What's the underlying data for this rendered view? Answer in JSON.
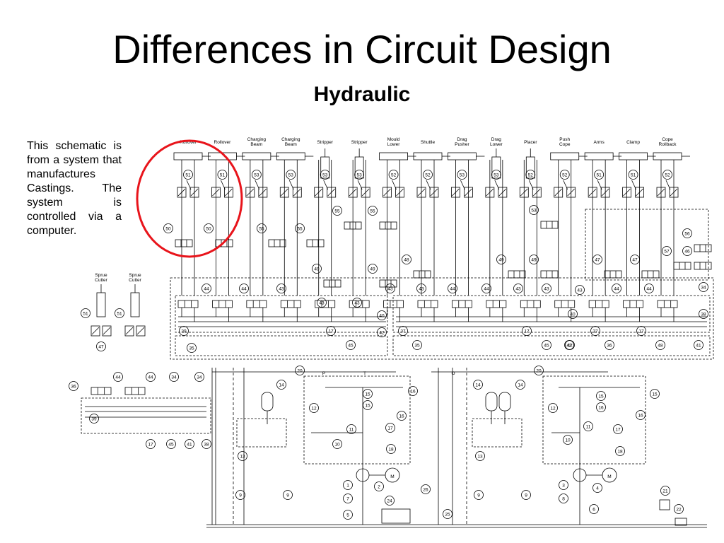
{
  "slide": {
    "title": "Differences in Circuit Design",
    "subtitle": "Hydraulic",
    "note": "This schematic is from a system that manufactures Castings. The system is controlled via a computer.",
    "highlight_color": "#e8141b"
  },
  "actuators": [
    {
      "label": "Rollover",
      "num": "51"
    },
    {
      "label": "Rollover",
      "num": "51"
    },
    {
      "label": "Charging Beam",
      "num": "53"
    },
    {
      "label": "Charging Beam",
      "num": "53"
    },
    {
      "label": "Stripper",
      "num": "53"
    },
    {
      "label": "Stripper",
      "num": "53"
    },
    {
      "label": "Mould Lower",
      "num": "52"
    },
    {
      "label": "Shuttle",
      "num": "52"
    },
    {
      "label": "Drag Pusher",
      "num": "53"
    },
    {
      "label": "Drag Lower",
      "num": "53"
    },
    {
      "label": "Placer",
      "num": "52"
    },
    {
      "label": "Push Cope",
      "num": "52"
    },
    {
      "label": "Arms",
      "num": "51"
    },
    {
      "label": "Clamp",
      "num": "51"
    },
    {
      "label": "Cope Rollback",
      "num": "52"
    }
  ],
  "sprue_cutters": [
    {
      "label": "Sprue Cutter",
      "num": "51"
    },
    {
      "label": "Sprue Cutter",
      "num": "51"
    }
  ],
  "lower_valve_numbers": [
    "50",
    "50",
    "55",
    "55",
    "55",
    "55",
    "48",
    "49",
    "49",
    "47",
    "47",
    "56",
    "57",
    "46",
    "49",
    "49",
    "53"
  ],
  "manifold_numbers": [
    "44",
    "44",
    "43",
    "43",
    "43",
    "43",
    "43",
    "44",
    "44",
    "43",
    "43",
    "43",
    "44",
    "44",
    "38",
    "34",
    "40",
    "40",
    "42",
    "42"
  ],
  "header_numbers": [
    "39",
    "35",
    "17",
    "45",
    "37",
    "35",
    "17",
    "45",
    "42",
    "36",
    "37",
    "17",
    "48",
    "41"
  ],
  "sprue_numbers": [
    "47",
    "44",
    "44",
    "34",
    "34",
    "36",
    "39",
    "17",
    "45",
    "41",
    "38"
  ],
  "pump_left_numbers": [
    "14",
    "12",
    "13",
    "20",
    "15",
    "15",
    "16",
    "16",
    "11",
    "17",
    "10",
    "18",
    "1",
    "7",
    "5",
    "2",
    "24",
    "26",
    "25",
    "9",
    "9"
  ],
  "pump_right_numbers": [
    "14",
    "14",
    "12",
    "13",
    "20",
    "15",
    "15",
    "16",
    "16",
    "11",
    "17",
    "10",
    "18",
    "3",
    "8",
    "4",
    "6",
    "9",
    "9",
    "21",
    "22"
  ],
  "motor_symbol": "M",
  "tank_label": "P",
  "tank_label_b": "T",
  "tank_label_o": "O"
}
